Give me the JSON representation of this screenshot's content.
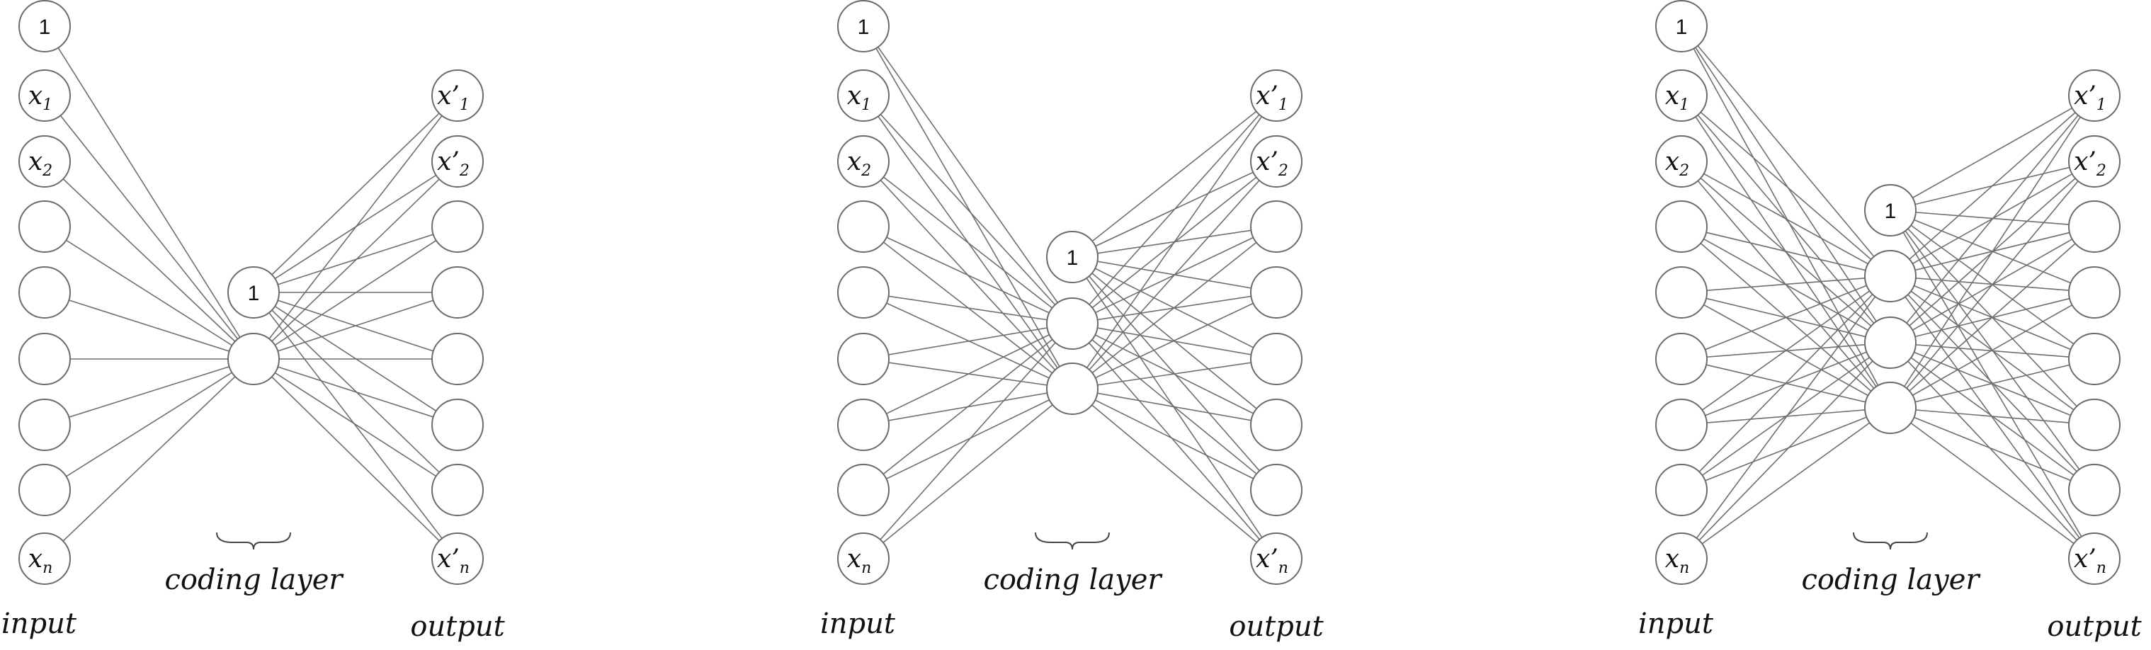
{
  "diagrams": [
    {
      "name": "autoencoder-1-hidden",
      "hidden_units": 1,
      "labels": {
        "input": "input",
        "coding": "coding layer",
        "output": "output"
      },
      "input_nodes": [
        {
          "label": "1",
          "style": "bias"
        },
        {
          "label": "x",
          "sub": "1"
        },
        {
          "label": "x",
          "sub": "2"
        },
        {
          "label": ""
        },
        {
          "label": ""
        },
        {
          "label": ""
        },
        {
          "label": ""
        },
        {
          "label": ""
        },
        {
          "label": "x",
          "sub": "n"
        }
      ],
      "output_nodes": [
        {
          "label": "x’",
          "sub": "1"
        },
        {
          "label": "x’",
          "sub": "2"
        },
        {
          "label": ""
        },
        {
          "label": ""
        },
        {
          "label": ""
        },
        {
          "label": ""
        },
        {
          "label": ""
        },
        {
          "label": "x’",
          "sub": "n"
        }
      ],
      "hidden_bias_label": "1"
    },
    {
      "name": "autoencoder-2-hidden",
      "hidden_units": 2,
      "labels": {
        "input": "input",
        "coding": "coding layer",
        "output": "output"
      },
      "input_nodes": [
        {
          "label": "1",
          "style": "bias"
        },
        {
          "label": "x",
          "sub": "1"
        },
        {
          "label": "x",
          "sub": "2"
        },
        {
          "label": ""
        },
        {
          "label": ""
        },
        {
          "label": ""
        },
        {
          "label": ""
        },
        {
          "label": ""
        },
        {
          "label": "x",
          "sub": "n"
        }
      ],
      "output_nodes": [
        {
          "label": "x’",
          "sub": "1"
        },
        {
          "label": "x’",
          "sub": "2"
        },
        {
          "label": ""
        },
        {
          "label": ""
        },
        {
          "label": ""
        },
        {
          "label": ""
        },
        {
          "label": ""
        },
        {
          "label": "x’",
          "sub": "n"
        }
      ],
      "hidden_bias_label": "1"
    },
    {
      "name": "autoencoder-3-hidden",
      "hidden_units": 3,
      "labels": {
        "input": "input",
        "coding": "coding layer",
        "output": "output"
      },
      "input_nodes": [
        {
          "label": "1",
          "style": "bias"
        },
        {
          "label": "x",
          "sub": "1"
        },
        {
          "label": "x",
          "sub": "2"
        },
        {
          "label": ""
        },
        {
          "label": ""
        },
        {
          "label": ""
        },
        {
          "label": ""
        },
        {
          "label": ""
        },
        {
          "label": "x",
          "sub": "n"
        }
      ],
      "output_nodes": [
        {
          "label": "x’",
          "sub": "1"
        },
        {
          "label": "x’",
          "sub": "2"
        },
        {
          "label": ""
        },
        {
          "label": ""
        },
        {
          "label": ""
        },
        {
          "label": ""
        },
        {
          "label": ""
        },
        {
          "label": "x’",
          "sub": "n"
        }
      ],
      "hidden_bias_label": "1"
    }
  ]
}
